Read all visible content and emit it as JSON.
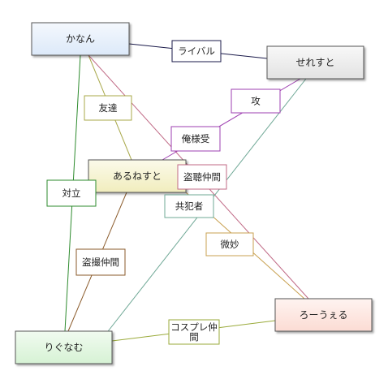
{
  "nodes": [
    {
      "id": "kanan",
      "label": "かなん",
      "fill": "#dce9f9",
      "fill_top": "#f4f8fd"
    },
    {
      "id": "seresuto",
      "label": "せれすと",
      "fill": "#e2e2e2",
      "fill_top": "#f8f8f8"
    },
    {
      "id": "aruneisuto",
      "label": "あるねすと",
      "fill": "#f1edbd",
      "fill_top": "#fbfaea"
    },
    {
      "id": "roueru",
      "label": "ろーうぇる",
      "fill": "#fcdcd4",
      "fill_top": "#fef3f0"
    },
    {
      "id": "rigunamu",
      "label": "りぐなむ",
      "fill": "#d6f2d4",
      "fill_top": "#f1fbf0"
    }
  ],
  "edges": [
    {
      "from": "kanan",
      "to": "seresuto",
      "label": "ライバル",
      "color": "#1a1a4a"
    },
    {
      "from": "kanan",
      "to": "aruneisuto",
      "label": "友達",
      "color": "#a8a84a"
    },
    {
      "from": "kanan",
      "to": "rigunamu",
      "label": "対立",
      "color": "#2e8b2e"
    },
    {
      "from": "kanan",
      "to": "roueru",
      "label": "盗聴仲間",
      "color": "#c06a86"
    },
    {
      "from": "aruneisuto",
      "to": "seresuto",
      "label": "俺様受",
      "color": "#9e3fb0"
    },
    {
      "from": "rigunamu",
      "to": "seresuto",
      "label": "共犯者",
      "color": "#6fa896"
    },
    {
      "from": "aruneisuto",
      "to": "roueru",
      "label": "微妙",
      "color": "#c8a050"
    },
    {
      "from": "aruneisuto",
      "to": "rigunamu",
      "label": "盗撮仲間",
      "color": "#8a5a2a"
    },
    {
      "from": "rigunamu",
      "to": "roueru",
      "label": "コスプレ仲間",
      "color": "#9aaa3a"
    }
  ],
  "free_labels": [
    {
      "label": "攻",
      "border": "#9e3fb0"
    }
  ]
}
